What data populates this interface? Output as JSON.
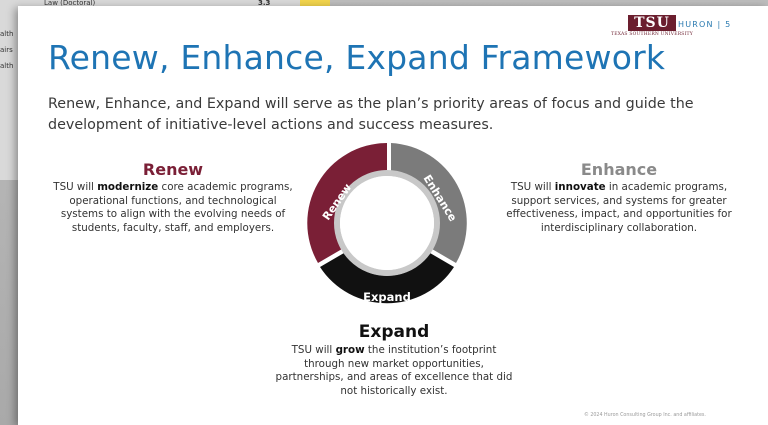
{
  "background_window": {
    "rows": [
      {
        "label": "Law (Doctoral)",
        "value": "3.3"
      },
      {
        "label": "alth",
        "value": ""
      },
      {
        "label": "airs",
        "value": ""
      },
      {
        "label": "alth",
        "value": ""
      }
    ]
  },
  "slide": {
    "logo": {
      "mark": "TSU",
      "subtitle": "TEXAS SOUTHERN UNIVERSITY"
    },
    "brand": "HURON | 5",
    "title": "Renew, Enhance, Expand Framework",
    "intro": "Renew, Enhance, and Expand will serve as the plan’s priority areas of focus and guide the development of initiative-level actions and success measures.",
    "pillars": {
      "renew": {
        "heading": "Renew",
        "desc_pre": "TSU will ",
        "desc_bold": "modernize",
        "desc_post": " core academic programs, operational functions, and technological systems to align with the evolving needs of students, faculty, staff, and employers."
      },
      "enhance": {
        "heading": "Enhance",
        "desc_pre": "TSU will ",
        "desc_bold": "innovate",
        "desc_post": " in academic programs, support services, and systems for greater effectiveness, impact, and opportunities for interdisciplinary collaboration."
      },
      "expand": {
        "heading": "Expand",
        "desc_pre": "TSU will ",
        "desc_bold": "grow",
        "desc_post": " the institution’s footprint through new market opportunities, partnerships, and areas of excellence that did not historically exist."
      }
    },
    "wheel": {
      "segments": [
        {
          "label": "Renew",
          "color": "#7a1f36"
        },
        {
          "label": "Enhance",
          "color": "#7b7b7b"
        },
        {
          "label": "Expand",
          "color": "#111111"
        }
      ]
    },
    "footer": "© 2024 Huron Consulting Group Inc. and affiliates."
  }
}
